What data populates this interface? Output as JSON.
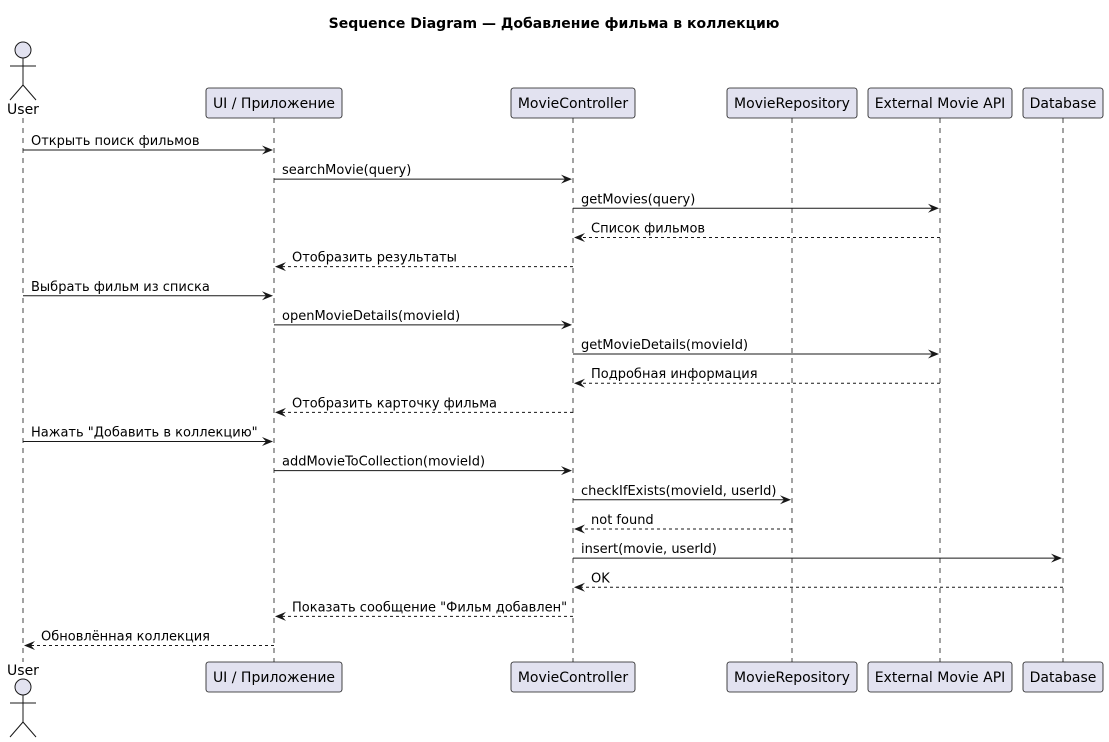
{
  "title": "Sequence Diagram — Добавление фильма в коллекцию",
  "participants": [
    {
      "id": "user",
      "label": "User",
      "kind": "actor"
    },
    {
      "id": "ui",
      "label": "UI / Приложение",
      "kind": "box"
    },
    {
      "id": "controller",
      "label": "MovieController",
      "kind": "box"
    },
    {
      "id": "repo",
      "label": "MovieRepository",
      "kind": "box"
    },
    {
      "id": "api",
      "label": "External Movie API",
      "kind": "box"
    },
    {
      "id": "db",
      "label": "Database",
      "kind": "box"
    }
  ],
  "messages": [
    {
      "from": "user",
      "to": "ui",
      "label": "Открыть поиск фильмов",
      "type": "sync"
    },
    {
      "from": "ui",
      "to": "controller",
      "label": "searchMovie(query)",
      "type": "sync"
    },
    {
      "from": "controller",
      "to": "api",
      "label": "getMovies(query)",
      "type": "sync"
    },
    {
      "from": "api",
      "to": "controller",
      "label": "Список фильмов",
      "type": "return"
    },
    {
      "from": "controller",
      "to": "ui",
      "label": "Отобразить результаты",
      "type": "return"
    },
    {
      "from": "user",
      "to": "ui",
      "label": "Выбрать фильм из списка",
      "type": "sync"
    },
    {
      "from": "ui",
      "to": "controller",
      "label": "openMovieDetails(movieId)",
      "type": "sync"
    },
    {
      "from": "controller",
      "to": "api",
      "label": "getMovieDetails(movieId)",
      "type": "sync"
    },
    {
      "from": "api",
      "to": "controller",
      "label": "Подробная информация",
      "type": "return"
    },
    {
      "from": "controller",
      "to": "ui",
      "label": "Отобразить карточку фильма",
      "type": "return"
    },
    {
      "from": "user",
      "to": "ui",
      "label": "Нажать \"Добавить в коллекцию\"",
      "type": "sync"
    },
    {
      "from": "ui",
      "to": "controller",
      "label": "addMovieToCollection(movieId)",
      "type": "sync"
    },
    {
      "from": "controller",
      "to": "repo",
      "label": "checkIfExists(movieId, userId)",
      "type": "sync"
    },
    {
      "from": "repo",
      "to": "controller",
      "label": "not found",
      "type": "return"
    },
    {
      "from": "controller",
      "to": "db",
      "label": "insert(movie, userId)",
      "type": "sync"
    },
    {
      "from": "db",
      "to": "controller",
      "label": "OK",
      "type": "return"
    },
    {
      "from": "controller",
      "to": "ui",
      "label": "Показать сообщение \"Фильм добавлен\"",
      "type": "return"
    },
    {
      "from": "ui",
      "to": "user",
      "label": "Обновлённая коллекция",
      "type": "return"
    }
  ]
}
